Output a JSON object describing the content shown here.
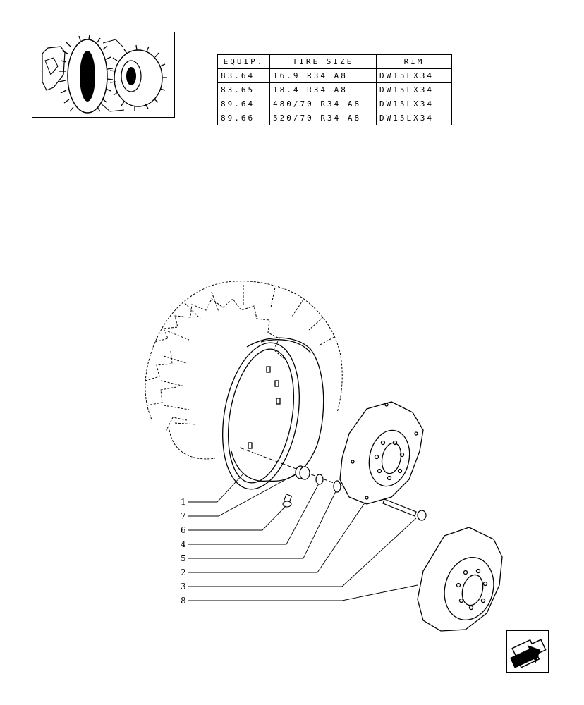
{
  "table": {
    "headers": [
      "EQUIP.",
      "TIRE SIZE",
      "RIM"
    ],
    "rows": [
      [
        "83.64",
        "16.9 R34 A8",
        "DW15LX34"
      ],
      [
        "83.65",
        "18.4 R34 A8",
        "DW15LX34"
      ],
      [
        "89.64",
        "480/70 R34 A8",
        "DW15LX34"
      ],
      [
        "89.66",
        "520/70 R34 A8",
        "DW15LX34"
      ]
    ]
  },
  "callouts": [
    "1",
    "7",
    "6",
    "4",
    "5",
    "2",
    "3",
    "8"
  ],
  "icons": {
    "thumbnail": "tractor-rear-wheel-thumbnail",
    "navigation": "next-page-arrow-icon"
  }
}
